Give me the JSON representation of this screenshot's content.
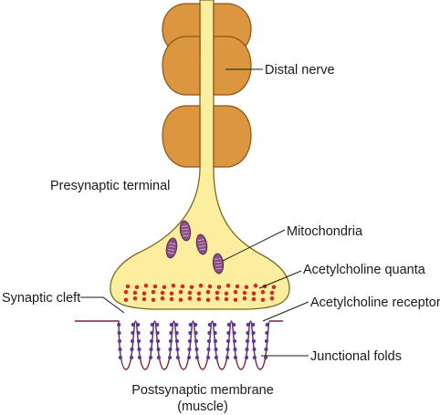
{
  "labels": {
    "distal_nerve": "Distal nerve",
    "presynaptic_terminal": "Presynaptic terminal",
    "mitochondria": "Mitochondria",
    "acetylcholine_quanta": "Acetylcholine quanta",
    "synaptic_cleft": "Synaptic cleft",
    "acetylcholine_receptors": "Acetylcholine receptors",
    "junctional_folds": "Junctional folds",
    "postsynaptic_membrane": "Postsynaptic membrane",
    "postsynaptic_membrane_sub": "(muscle)"
  },
  "colors": {
    "axon_fill": "#fbef9f",
    "axon_stroke": "#7a6a1e",
    "myelin_fill": "#dc9640",
    "myelin_stroke": "#8a5618",
    "mitochondria_fill": "#8b4f86",
    "mitochondria_stroke": "#5a2a55",
    "quanta": "#c8302a",
    "membrane": "#7d1d43",
    "receptor": "#4d3fa3"
  }
}
